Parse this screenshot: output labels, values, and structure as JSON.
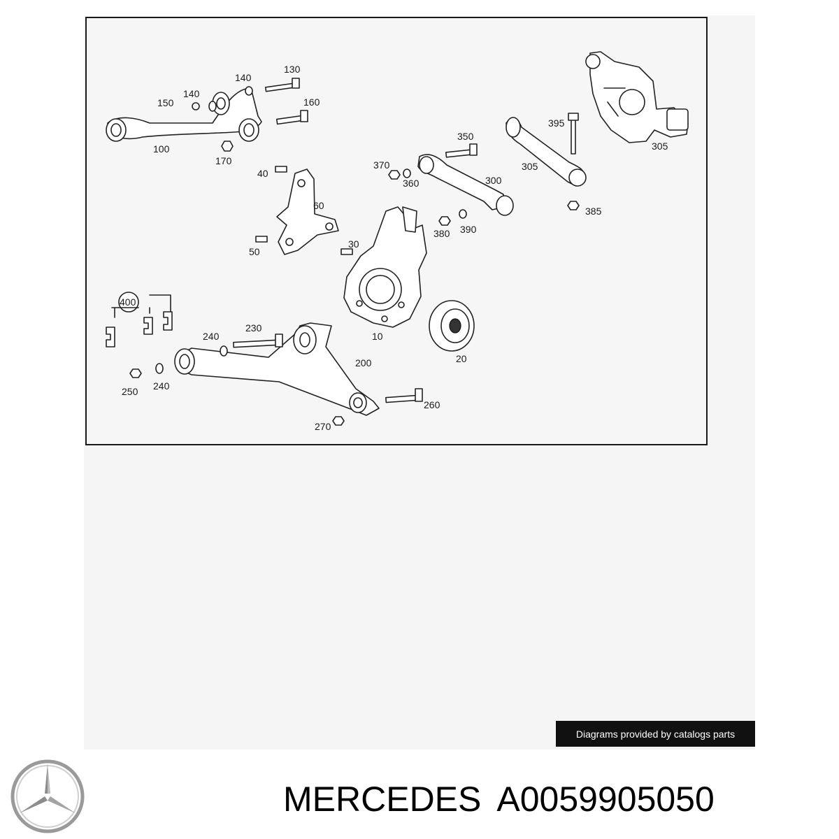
{
  "diagram": {
    "callouts": [
      "130",
      "140",
      "140",
      "150",
      "160",
      "100",
      "170",
      "40",
      "60",
      "50",
      "30",
      "370",
      "350",
      "360",
      "300",
      "380",
      "390",
      "395",
      "305",
      "305",
      "385",
      "400",
      "230",
      "240",
      "240",
      "200",
      "250",
      "260",
      "270",
      "10",
      "20"
    ]
  },
  "credit": {
    "text": "Diagrams provided by catalogs parts"
  },
  "caption": {
    "brand": "MERCEDES",
    "part_number": "A0059905050"
  },
  "colors": {
    "line": "#222222",
    "background": "#f6f6f6",
    "badge": "#111111"
  },
  "icons": {
    "logo": "three-pointed-star-logo"
  }
}
